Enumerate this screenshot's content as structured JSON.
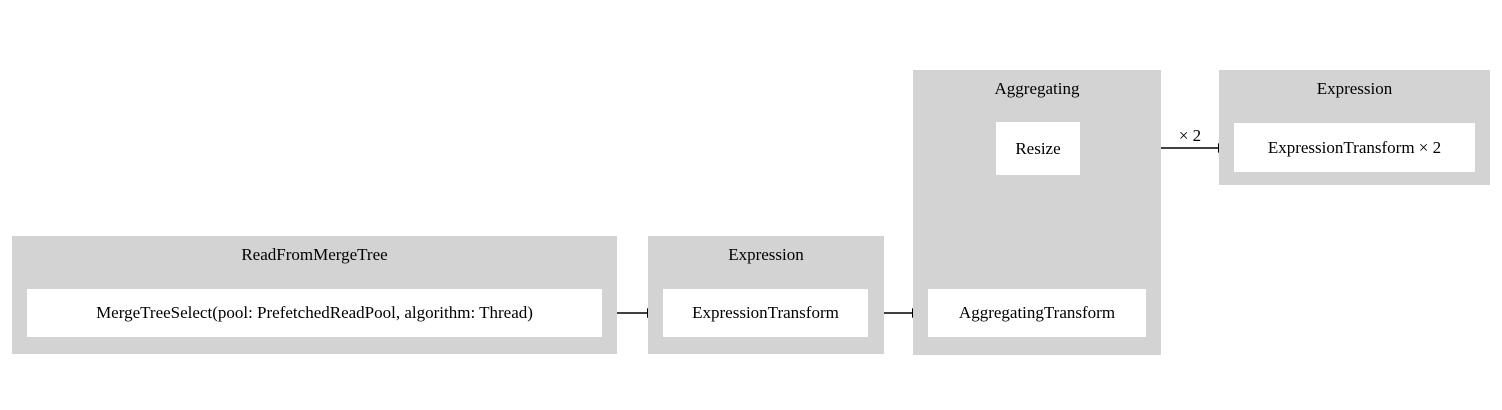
{
  "diagram": {
    "groups": {
      "read_from_merge_tree": {
        "title": "ReadFromMergeTree",
        "node": "MergeTreeSelect(pool: PrefetchedReadPool, algorithm: Thread)"
      },
      "expression_1": {
        "title": "Expression",
        "node": "ExpressionTransform"
      },
      "aggregating": {
        "title": "Aggregating",
        "resize_node": "Resize",
        "transform_node": "AggregatingTransform"
      },
      "expression_2": {
        "title": "Expression",
        "node": "ExpressionTransform × 2"
      }
    },
    "edge_labels": {
      "resize_multiplier": "× 2"
    },
    "colors": {
      "group_background": "#d3d3d3",
      "node_background": "#ffffff",
      "edge_color": "#000000",
      "canvas_background": "#ffffff"
    }
  }
}
